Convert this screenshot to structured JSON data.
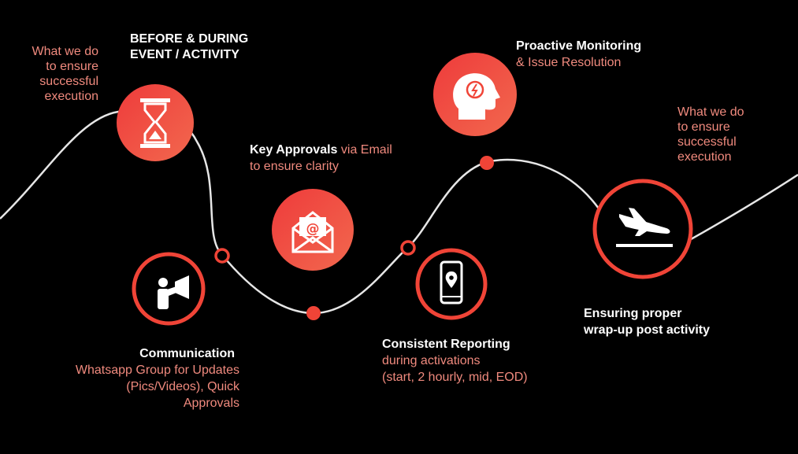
{
  "colors": {
    "background": "#000000",
    "accent": "#F04437",
    "accent_light": "#F26A57",
    "text_pink": "#F08A7E",
    "line": "#E6E6E6"
  },
  "steps": {
    "before_during": {
      "icon": "hourglass-icon",
      "title_line1": "BEFORE & DURING",
      "title_line2": "EVENT / ACTIVITY",
      "note_line1": "What we do",
      "note_line2": "to ensure",
      "note_line3": "successful",
      "note_line4": "execution"
    },
    "communication": {
      "icon": "megaphone-person-icon",
      "title": "Communication",
      "desc_line1": "Whatsapp Group for Updates",
      "desc_line2": "(Pics/Videos), Quick",
      "desc_line3": "Approvals"
    },
    "key_approvals": {
      "icon": "email-envelope-icon",
      "title": "Key Approvals",
      "desc_inline": "via Email",
      "desc_line2": "to ensure clarity"
    },
    "reporting": {
      "icon": "mobile-location-icon",
      "title": "Consistent Reporting",
      "desc_line1": "during activations",
      "desc_line2": "(start, 2 hourly, mid, EOD)"
    },
    "monitoring": {
      "icon": "head-lightbulb-icon",
      "title": "Proactive Monitoring",
      "desc": "& Issue Resolution"
    },
    "wrap_up": {
      "icon": "airplane-landing-icon",
      "title_line1": "Ensuring proper",
      "title_line2": "wrap-up post activity",
      "note_line1": "What we do",
      "note_line2": "to ensure",
      "note_line3": "successful",
      "note_line4": "execution"
    }
  }
}
